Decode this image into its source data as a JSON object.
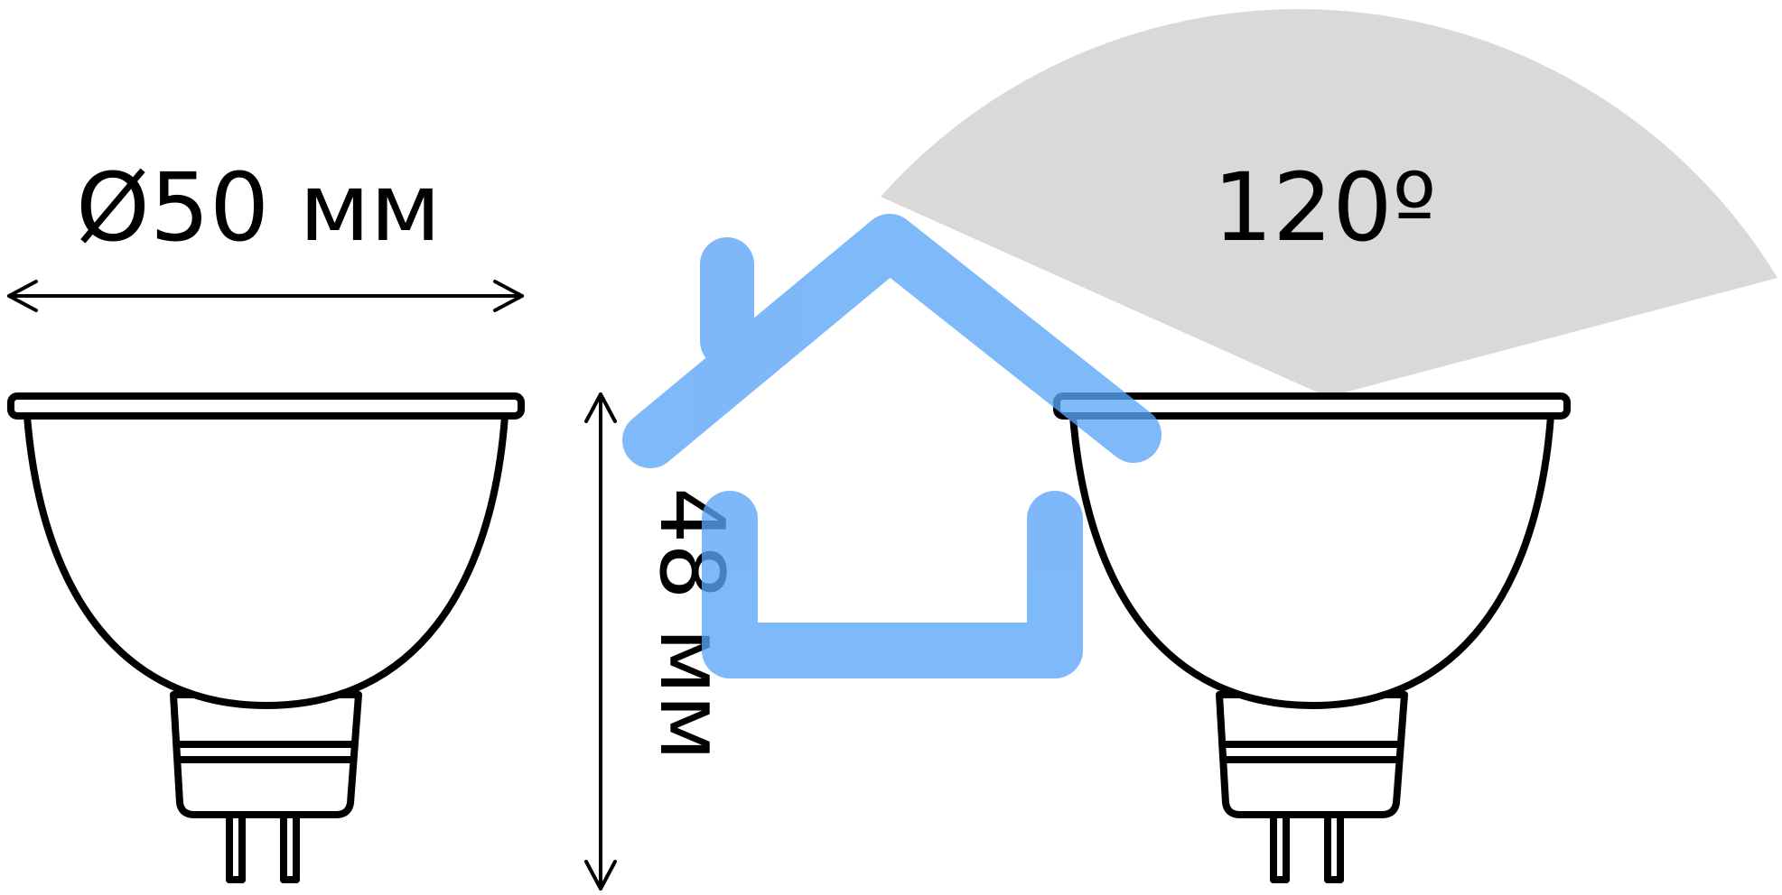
{
  "diameter_label": "Ø50 мм",
  "height_label": "48 мм",
  "beam_angle_label": "120º",
  "colors": {
    "outline": "#000000",
    "beam_fill": "#d9d9d9",
    "house_icon": "#5aa5f7",
    "background": "#ffffff"
  }
}
